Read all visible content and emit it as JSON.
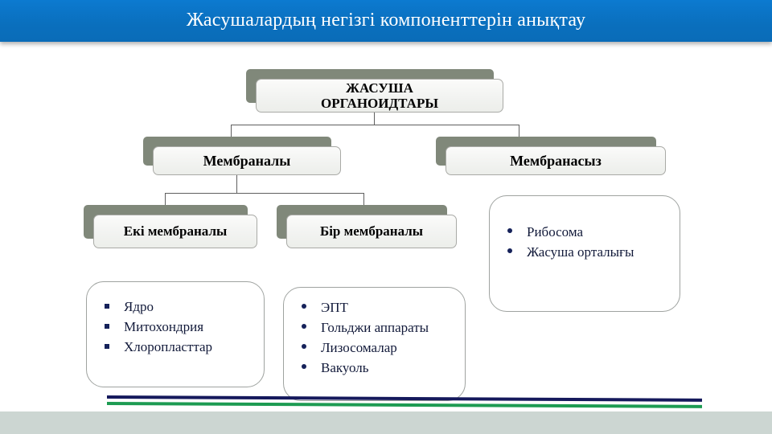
{
  "slide": {
    "header": {
      "title": "Жасушалардың негізгі компоненттерін анықтау",
      "background_color": "#0a6fbd",
      "text_color": "#ffffff"
    },
    "theme": {
      "node_shadow_color": "#80887a",
      "node_face_color": "#f2f3f1",
      "node_border_color": "#a9aaa6",
      "connector_color": "#5f5f5f",
      "bullet_color": "#16225a",
      "list_text_color": "#121a3a",
      "rule_navy_color": "#15195c",
      "rule_green_color": "#1d9b52",
      "footer_band_color": "#ccd6d2"
    },
    "nodes": {
      "root": {
        "label": "ЖАСУША ОРГАНОИДТАРЫ",
        "line1": "ЖАСУША",
        "line2": "ОРГАНОИДТАРЫ"
      },
      "membrane": {
        "label": "Мембраналы"
      },
      "nonmembrane": {
        "label": "Мембранасыз"
      },
      "double_membrane": {
        "label": "Екі мембраналы"
      },
      "single_membrane": {
        "label": "Бір мембраналы"
      }
    },
    "cards": {
      "double_membrane_list": {
        "bullet_style": "square",
        "items": [
          "Ядро",
          "Митохондрия",
          "Хлоропласттар"
        ]
      },
      "single_membrane_list": {
        "bullet_style": "round",
        "items": [
          "ЭПТ",
          "Гольджи аппараты",
          "Лизосомалар",
          "Вакуоль"
        ]
      },
      "nonmembrane_list": {
        "bullet_style": "round",
        "items": [
          "Рибосома",
          "Жасуша орталығы"
        ]
      }
    }
  }
}
